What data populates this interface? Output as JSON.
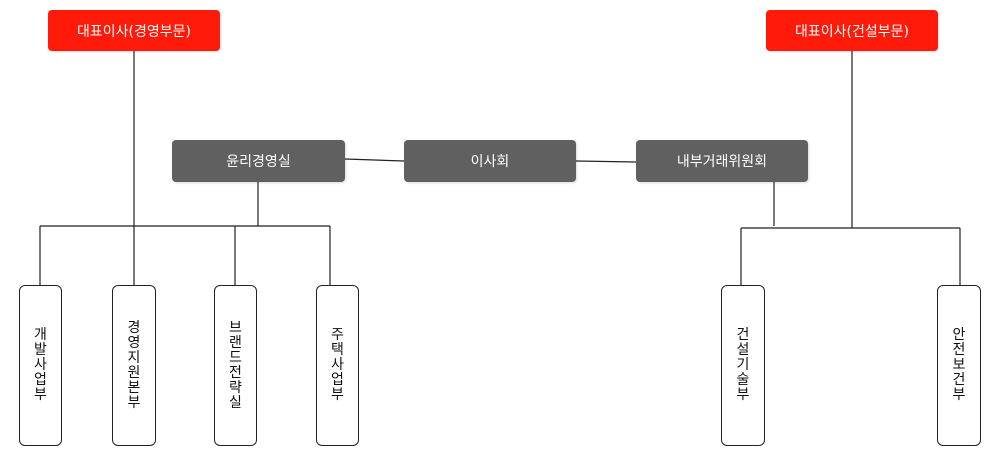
{
  "ceos": {
    "management": "대표이사(경영부문)",
    "construction": "대표이사(건설부문)"
  },
  "middle": {
    "ethics": "윤리경영실",
    "board": "이사회",
    "internal_trade": "내부거래위원회"
  },
  "departments": [
    "개발사업부",
    "경영지원본부",
    "브랜드전략실",
    "주택사업부",
    "건설기술부",
    "안전보건부"
  ],
  "colors": {
    "ceo": "#ff1a0a",
    "middle": "#606060",
    "line": "#222222"
  }
}
